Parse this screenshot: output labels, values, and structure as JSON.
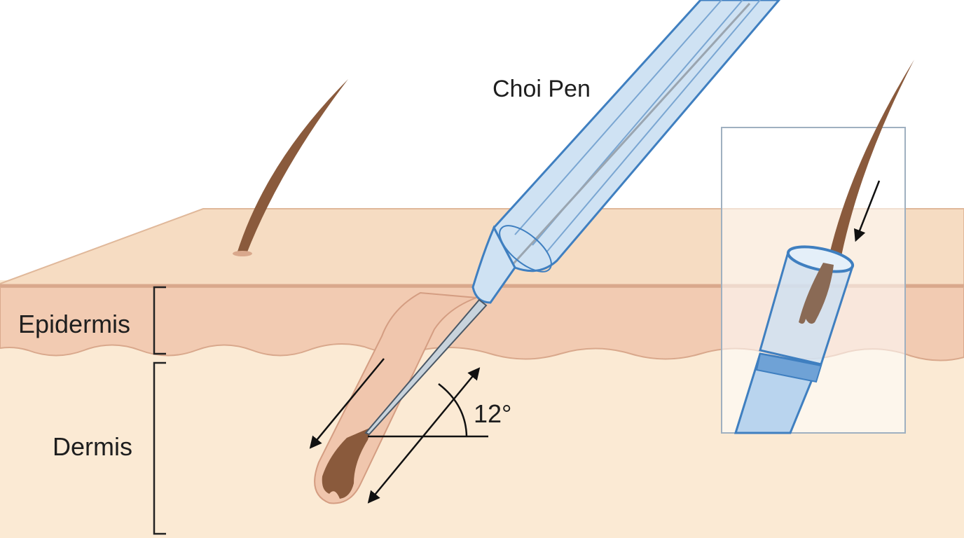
{
  "labels": {
    "instrument": "Choi Pen",
    "epidermis": "Epidermis",
    "dermis": "Dermis",
    "angle": "12°"
  },
  "colors": {
    "skin_surface": "#f6dcc2",
    "epidermis": "#f2cbb2",
    "dermis": "#fbead4",
    "hair": "#8a5a3c",
    "pen": "#cfe2f3",
    "pen_outline": "#3f7fc0"
  }
}
